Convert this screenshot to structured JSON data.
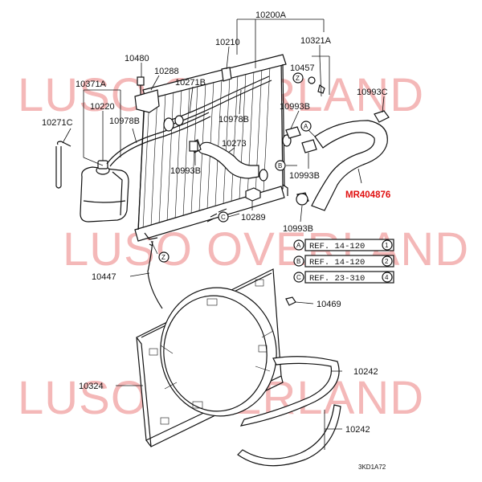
{
  "watermark": "LUSO OVERLAND",
  "highlight_label": "MR404876",
  "labels": {
    "l10200a": "10200A",
    "l10210": "10210",
    "l10321a": "10321A",
    "l10480": "10480",
    "l10288": "10288",
    "l10457": "10457",
    "l10371a": "10371A",
    "l10271b": "10271B",
    "l10993c": "10993C",
    "l10220": "10220",
    "l10993b_1": "10993B",
    "l10271c": "10271C",
    "l10978b_1": "10978B",
    "l10978b_2": "10978B",
    "l10273": "10273",
    "l10993b_2": "10993B",
    "l10993b_3": "10993B",
    "l10289": "10289",
    "l10993b_4": "10993B",
    "l10447": "10447",
    "l10469": "10469",
    "l10324": "10324",
    "l10242_1": "10242",
    "l10242_2": "10242"
  },
  "markers": {
    "a": "A",
    "b": "B",
    "c": "C",
    "z": "Z"
  },
  "references": [
    {
      "marker": "A",
      "text": "REF. 14-120",
      "num": "1"
    },
    {
      "marker": "B",
      "text": "REF. 14-120",
      "num": "2"
    },
    {
      "marker": "C",
      "text": "REF. 23-310",
      "num": "4"
    }
  ],
  "diagram_code": "3KD1A72"
}
